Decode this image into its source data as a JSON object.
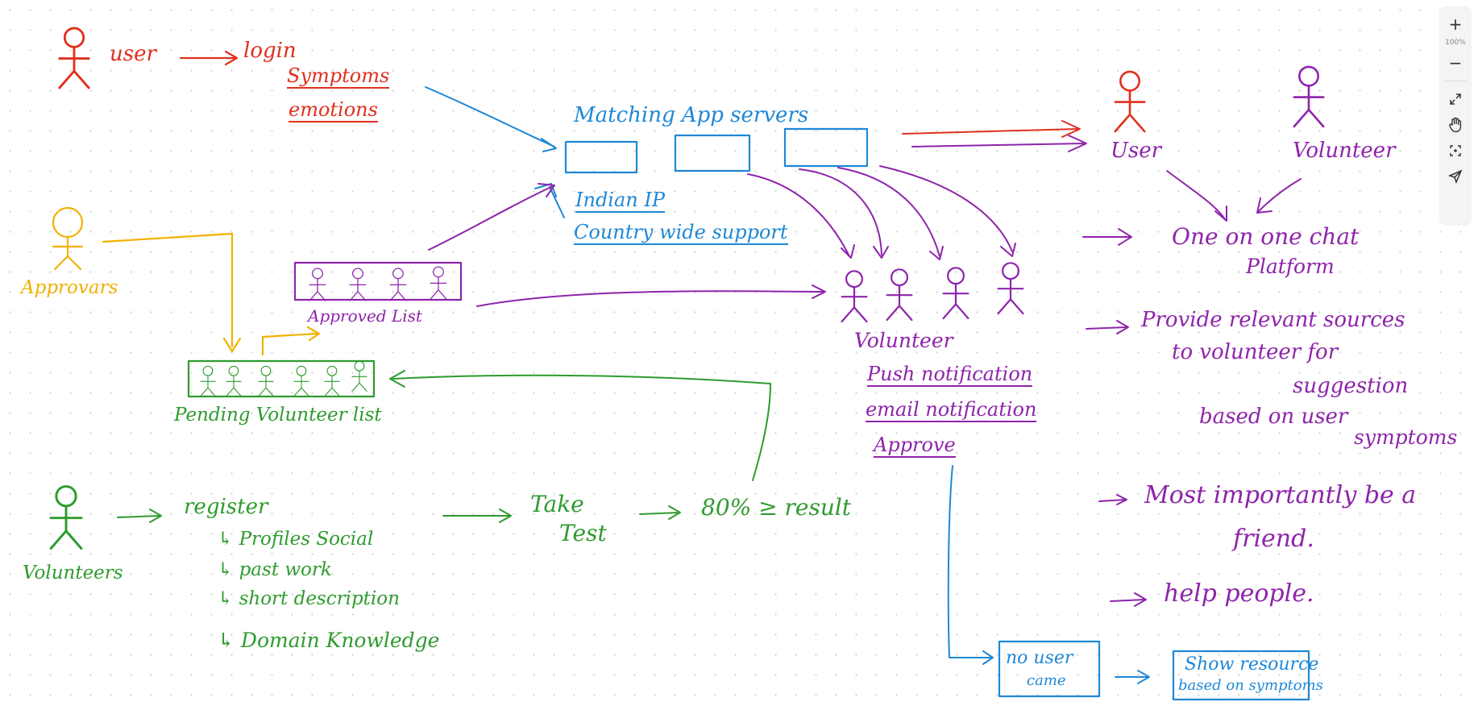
{
  "toolbar": {
    "zoom": "100%",
    "zoom_in": "+",
    "zoom_out": "−"
  },
  "notes": {
    "user_label": "user",
    "login": "login",
    "symptoms": "Symptoms",
    "emotions": "emotions",
    "approvers": "Approvars",
    "approved_list": "Approved List",
    "pending_list": "Pending Volunteer list",
    "volunteers": "Volunteers",
    "register": "register",
    "profiles": "↳ Profiles Social",
    "past_work": "↳ past work",
    "short_desc": "↳ short description",
    "domain": "↳ Domain Knowledge",
    "take_test": "Take",
    "take_test2": "Test",
    "result": "80% ≥ result",
    "servers": "Matching App servers",
    "indian_ip": "Indian IP",
    "countrywide": "Country wide support",
    "volunteer_group": "Volunteer",
    "push": "Push notification",
    "email": "email notification",
    "approve": "Approve",
    "no_user": "no user",
    "no_user2": "came",
    "show_res": "Show resource",
    "show_res2": "based on symptoms",
    "right_user": "User",
    "right_volunteer": "Volunteer",
    "chat": "One on one chat",
    "chat2": "Platform",
    "provide1": "Provide relevant sources",
    "provide2": "to volunteer for",
    "provide3": "suggestion",
    "provide4": "based on user",
    "provide5": "symptoms",
    "friend1": "Most importantly be a",
    "friend2": "friend.",
    "help": "help people."
  },
  "colors": {
    "red": "#e0301e",
    "blue": "#1e88d6",
    "purple": "#8e24aa",
    "green": "#2e9b2e",
    "orange": "#f2b100"
  }
}
